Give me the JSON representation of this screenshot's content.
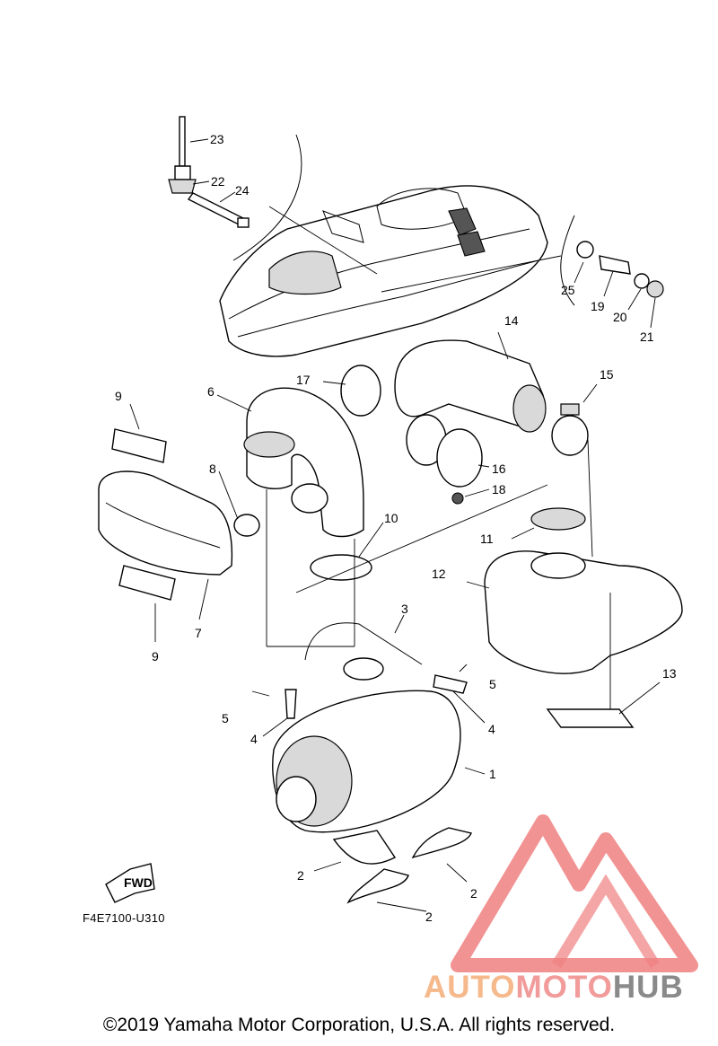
{
  "diagram": {
    "callouts": [
      "23",
      "22",
      "24",
      "25",
      "19",
      "20",
      "21",
      "14",
      "15",
      "17",
      "16",
      "18",
      "6",
      "9",
      "8",
      "10",
      "11",
      "12",
      "7",
      "9",
      "3",
      "5",
      "4",
      "5",
      "4",
      "13",
      "1",
      "2",
      "2",
      "2"
    ],
    "drawing_code": "F4E7100-U310",
    "fwd_label": "FWD",
    "copyright": "©2019 Yamaha Motor Corporation, U.S.A. All rights reserved.",
    "watermark": {
      "part1": "AUTO",
      "part2": "MOTO",
      "part3": "HUB"
    },
    "colors": {
      "line": "#000000",
      "watermark_red": "#f08080",
      "watermark_orange": "#f5b98c",
      "watermark_gray": "#8a8a8a"
    }
  }
}
